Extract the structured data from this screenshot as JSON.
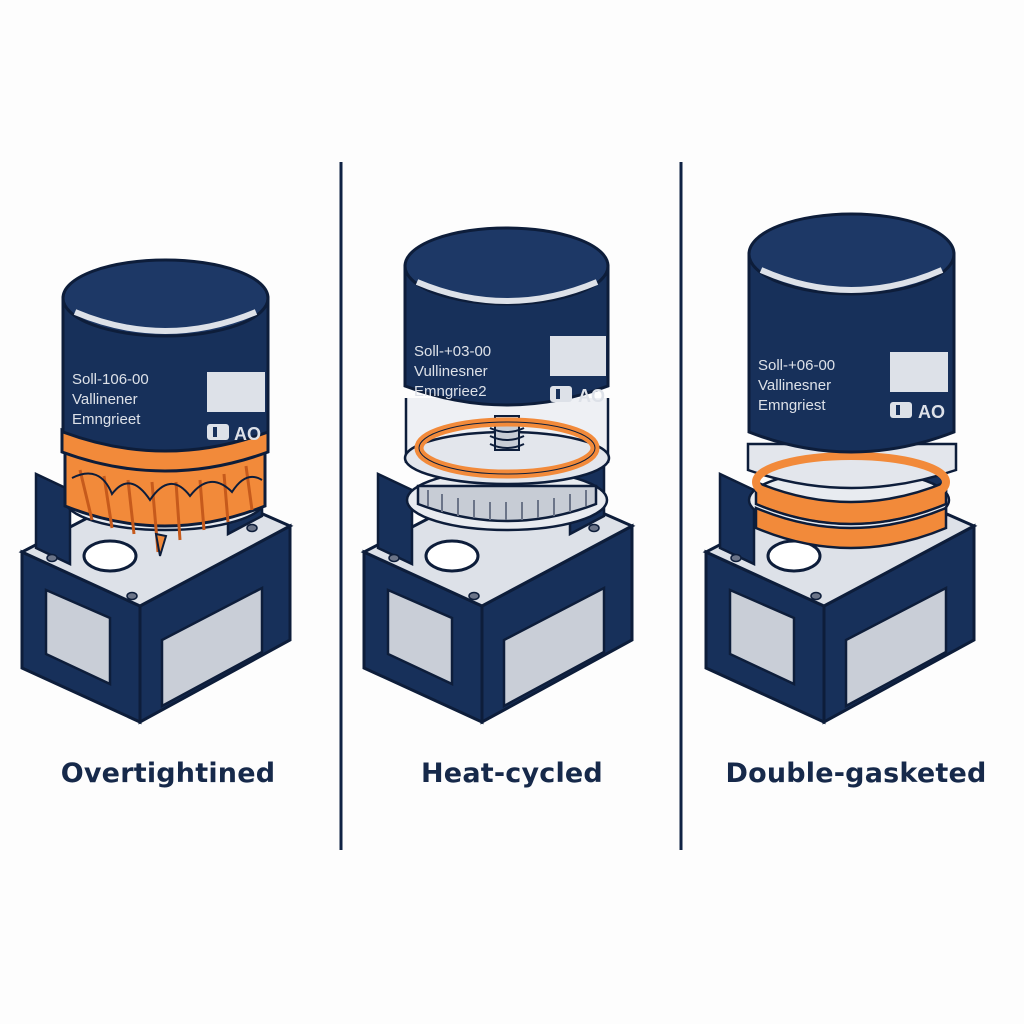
{
  "colors": {
    "navy": "#17305a",
    "navy_dark": "#0f2244",
    "gray_light": "#dde1e8",
    "gray_mid": "#c7ccd5",
    "orange": "#f28a3a",
    "orange_dark": "#c65a1c",
    "outline": "#0d1d3a",
    "background": "#fdfdfd"
  },
  "panels": [
    {
      "title": "Overtightined",
      "label_lines": [
        "Soll-106-00",
        "Vallinener",
        "Emngrieet"
      ],
      "badge": "AO",
      "state": "overtightened-gasket-torn"
    },
    {
      "title": "Heat-cycled",
      "label_lines": [
        "Soll-+03-00",
        "Vullinesner",
        "Emngriee2"
      ],
      "badge": "AO",
      "state": "heat-cycled-gasket-exposed"
    },
    {
      "title": "Double-gasketed",
      "label_lines": [
        "Soll-+06-00",
        "Vallinesner",
        "Emngriest"
      ],
      "badge": "AO",
      "state": "double-gasket-stacked"
    }
  ]
}
